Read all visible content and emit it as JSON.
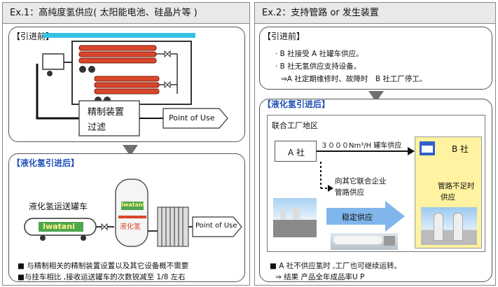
{
  "left": {
    "title": "Ex.1：高纯度氢供应( 太阳能电池、硅晶片等 )",
    "before_label": "【引进前】",
    "refine_line1": "精制装置",
    "refine_line2": "过滤",
    "point_of_use": "Point of Use",
    "after_label": "【液化氢引进后】",
    "truck_label": "液化氢运送罐车",
    "truck_brand": "Iwatani",
    "tank_brand": "Iwatani",
    "tank_text": "液化氢",
    "point_of_use_2": "Point of Use",
    "bullet1": "■ 与精制相关的精制装置设置以及其它设备概不需要",
    "bullet2": "■与挂车相比 ,接收运送罐车的次数锐减至 1/8 左右"
  },
  "right": {
    "title": "Ex.2：支持管路 or 发生装置",
    "before_label": "【引进前】",
    "line1": "· B 社接受 A 社罐车供应。",
    "line2": "· B 社无氢供应支持设备。",
    "line3": "⇒A 社定期维修时、故障时　B 社工厂停工。",
    "after_label": "【液化氢引进后】",
    "area_label": "联合工厂地区",
    "company_a": "A 社",
    "supply_text": "３０００Nm³/H 罐车供应",
    "company_b": "B 社",
    "other_line1": "向其它联合企业",
    "other_line2": "管路供应",
    "shortage_line1": "管路不足时",
    "shortage_line2": "供应",
    "stable_supply": "稳定供应",
    "bullet1": "■ A 社不供应氢时 ,工厂也可继续运转。",
    "bullet2": "⇒ 结果 产品全年成品率U P"
  },
  "colors": {
    "pipe_red": "#d9462a",
    "highlight_yellow": "#fff2a0",
    "arrow_blue": "#6aa9e8",
    "header_blue": "#1f4fb8"
  }
}
